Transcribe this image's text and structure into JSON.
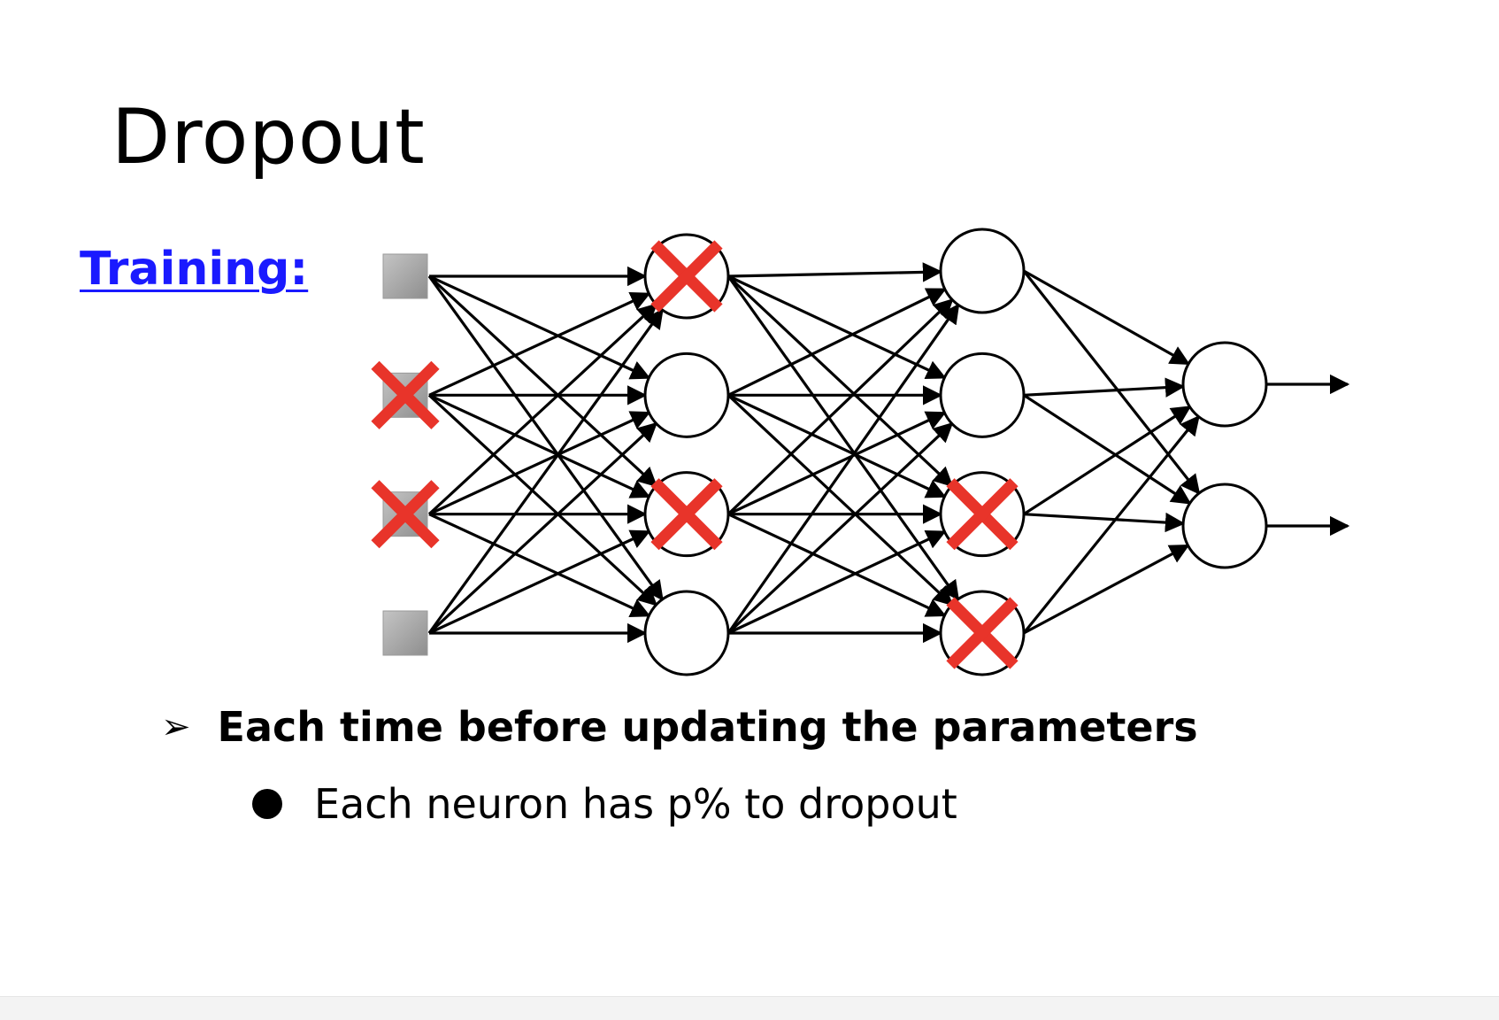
{
  "slide": {
    "title": "Dropout",
    "section_label": "Training:",
    "bullet_1": "Each time before updating the parameters",
    "bullet_2": "Each neuron has p% to dropout"
  },
  "colors": {
    "link_blue": "#1a1aff",
    "drop_red": "#e8342a",
    "input_gray": "#a6a6a6",
    "line": "#000000"
  },
  "network": {
    "layers": [
      {
        "kind": "input",
        "nodes": [
          false,
          true,
          true,
          false
        ]
      },
      {
        "kind": "hidden",
        "nodes": [
          true,
          false,
          true,
          false
        ]
      },
      {
        "kind": "hidden",
        "nodes": [
          false,
          false,
          true,
          true
        ]
      },
      {
        "kind": "output",
        "nodes": [
          false,
          false
        ]
      }
    ],
    "dropped_marker": "x-mark"
  }
}
